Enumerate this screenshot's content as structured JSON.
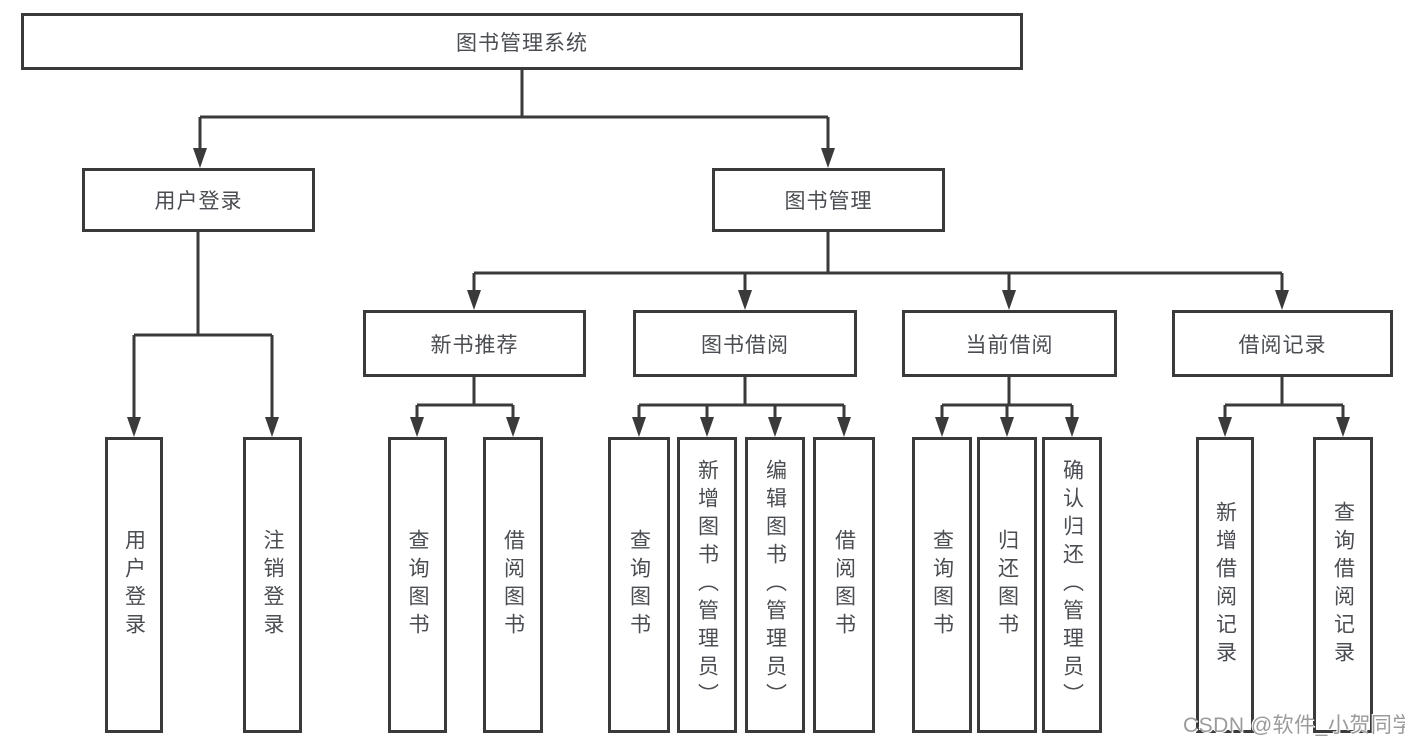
{
  "tree": {
    "root": "图书管理系统",
    "branches": [
      {
        "label": "用户登录",
        "leaves": [
          "用户登录",
          "注销登录"
        ]
      },
      {
        "label": "图书管理",
        "groups": [
          {
            "label": "新书推荐",
            "leaves": [
              "查询图书",
              "借阅图书"
            ]
          },
          {
            "label": "图书借阅",
            "leaves": [
              "查询图书",
              "新增图书（管理员）",
              "编辑图书（管理员）",
              "借阅图书"
            ]
          },
          {
            "label": "当前借阅",
            "leaves": [
              "查询图书",
              "归还图书",
              "确认归还（管理员）"
            ]
          },
          {
            "label": "借阅记录",
            "leaves": [
              "新增借阅记录",
              "查询借阅记录"
            ]
          }
        ]
      }
    ]
  },
  "watermark": "CSDN @软件_小贺同学",
  "colors": {
    "line": "#3a3a3a",
    "box_border": "#3a3a3a",
    "text": "#4a4d52",
    "watermark": "#9b9b9b",
    "background": "#ffffff"
  }
}
